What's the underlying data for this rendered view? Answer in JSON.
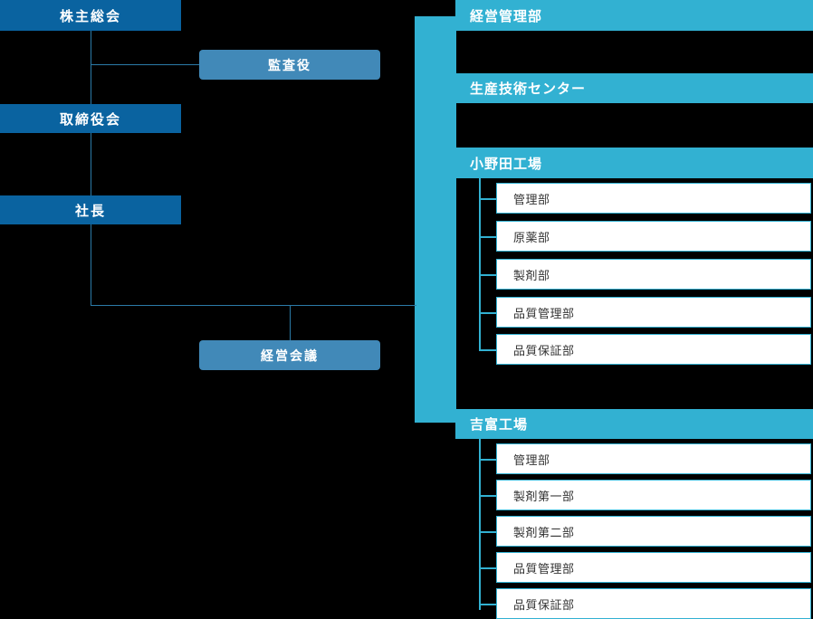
{
  "colors": {
    "background": "#000000",
    "primary_blue": "#0a63a0",
    "advisory_blue": "#4189b8",
    "division_cyan": "#32b1d2",
    "connector_blue": "#2b7ba8",
    "dept_text": "#333333",
    "box_text": "#ffffff"
  },
  "governance": {
    "shareholders_meeting": "株主総会",
    "board_of_directors": "取締役会",
    "president": "社長"
  },
  "advisory": {
    "auditor": "監査役",
    "management_meeting": "経営会議"
  },
  "divisions": [
    {
      "name": "経営管理部",
      "departments": []
    },
    {
      "name": "生産技術センター",
      "departments": []
    },
    {
      "name": "小野田工場",
      "departments": [
        "管理部",
        "原薬部",
        "製剤部",
        "品質管理部",
        "品質保証部"
      ]
    },
    {
      "name": "吉富工場",
      "departments": [
        "管理部",
        "製剤第一部",
        "製剤第二部",
        "品質管理部",
        "品質保証部"
      ]
    }
  ]
}
